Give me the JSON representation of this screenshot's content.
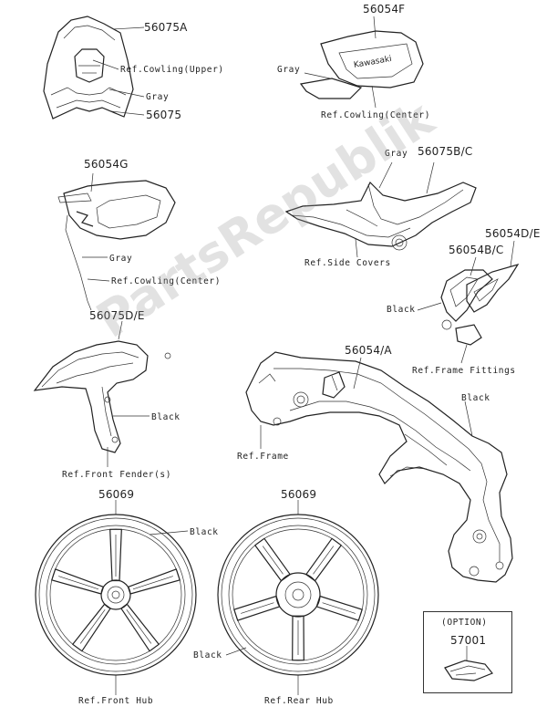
{
  "labels": {
    "p56075A": "56075A",
    "cowling_upper": "Ref.Cowling(Upper)",
    "gray_1": "Gray",
    "p56075": "56075",
    "p56054F": "56054F",
    "gray_2": "Gray",
    "cowling_center_1": "Ref.Cowling(Center)",
    "p56054G": "56054G",
    "gray_3": "Gray",
    "cowling_center_2": "Ref.Cowling(Center)",
    "gray_4": "Gray",
    "p56075BC": "56075B/C",
    "side_covers": "Ref.Side Covers",
    "p56054DE": "56054D/E",
    "p56054BC": "56054B/C",
    "black_1": "Black",
    "frame_fittings": "Ref.Frame Fittings",
    "p56075DE": "56075D/E",
    "black_2": "Black",
    "front_fender": "Ref.Front Fender(s)",
    "p56054A": "56054/A",
    "black_3": "Black",
    "frame": "Ref.Frame",
    "p56069_1": "56069",
    "p56069_2": "56069",
    "black_4": "Black",
    "black_5": "Black",
    "front_hub": "Ref.Front Hub",
    "rear_hub": "Ref.Rear Hub",
    "option": "(OPTION)",
    "p57001": "57001",
    "decal_text": "Kawasaki",
    "watermark": "PartsRepublik"
  },
  "colors": {
    "line": "#222222",
    "watermark": "#969696",
    "background": "#ffffff"
  }
}
